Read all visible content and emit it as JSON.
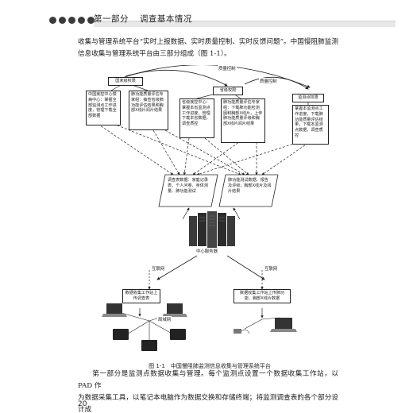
{
  "header": {
    "part": "第一部分",
    "section": "调查基本情况"
  },
  "intro_text": "收集与管理系统平台“实时上报数据、实时质量控制、实时反馈问题”。中国慢阻肺监测信息收集与管理系统平台由三部分组成（图 1-1）。",
  "diagram": {
    "quality_control_label": "质量控制",
    "quality_control_label_2": "质量控制",
    "national_header": "国家级权限",
    "provincial_header": "省级权限",
    "county_header": "监测点权限",
    "national_box_1": "中国疾控中心慢病中心：掌握全部监测点工作进度，管理下载全部数据",
    "national_box_2": "肺功能质量评估专家组：抽查省级肺功能评估结果和胸部X线片阅片结果",
    "provincial_box_1": "省级疾控中心：掌握本省监测点工作进度，管理下载本省数据，调查质控",
    "provincial_box_2": "肺功能质量评估专家组：下载肺功能检测图和胸部X线片，上传肺功能质量评级和胸部X线片阅片结果",
    "county_box": "掌握本监测点工作进度，下载肺功能质量评估结果，下载本监测点数据，调查质控",
    "data_left": "调查表数据：家庭记录表、个人问卷、身体测量、肺功能测试",
    "data_right": "肺功能测试数据、报告及评级；胸部X线片及阅片结果",
    "server_label": "中心服务器",
    "internet_left": "互联网",
    "internet_right": "互联网",
    "station_left": "数据收集工作站上传调查表",
    "station_right": "数据收集工作站上传肺功能、胸部X线片数据",
    "lan_label": "局域网"
  },
  "caption": "图 1-1　中国慢阻肺监测信息收集与管理系统平台",
  "body_text_lines": [
    "　　第一部分是监测点数据收集与管理。每个监测点设置一个数据收集工作站，以 PAD 作",
    "为数据采集工具，以笔记本电脑作为数据交换和存储终端；将监测调查表的各个部分设计成"
  ],
  "page_number": "20"
}
